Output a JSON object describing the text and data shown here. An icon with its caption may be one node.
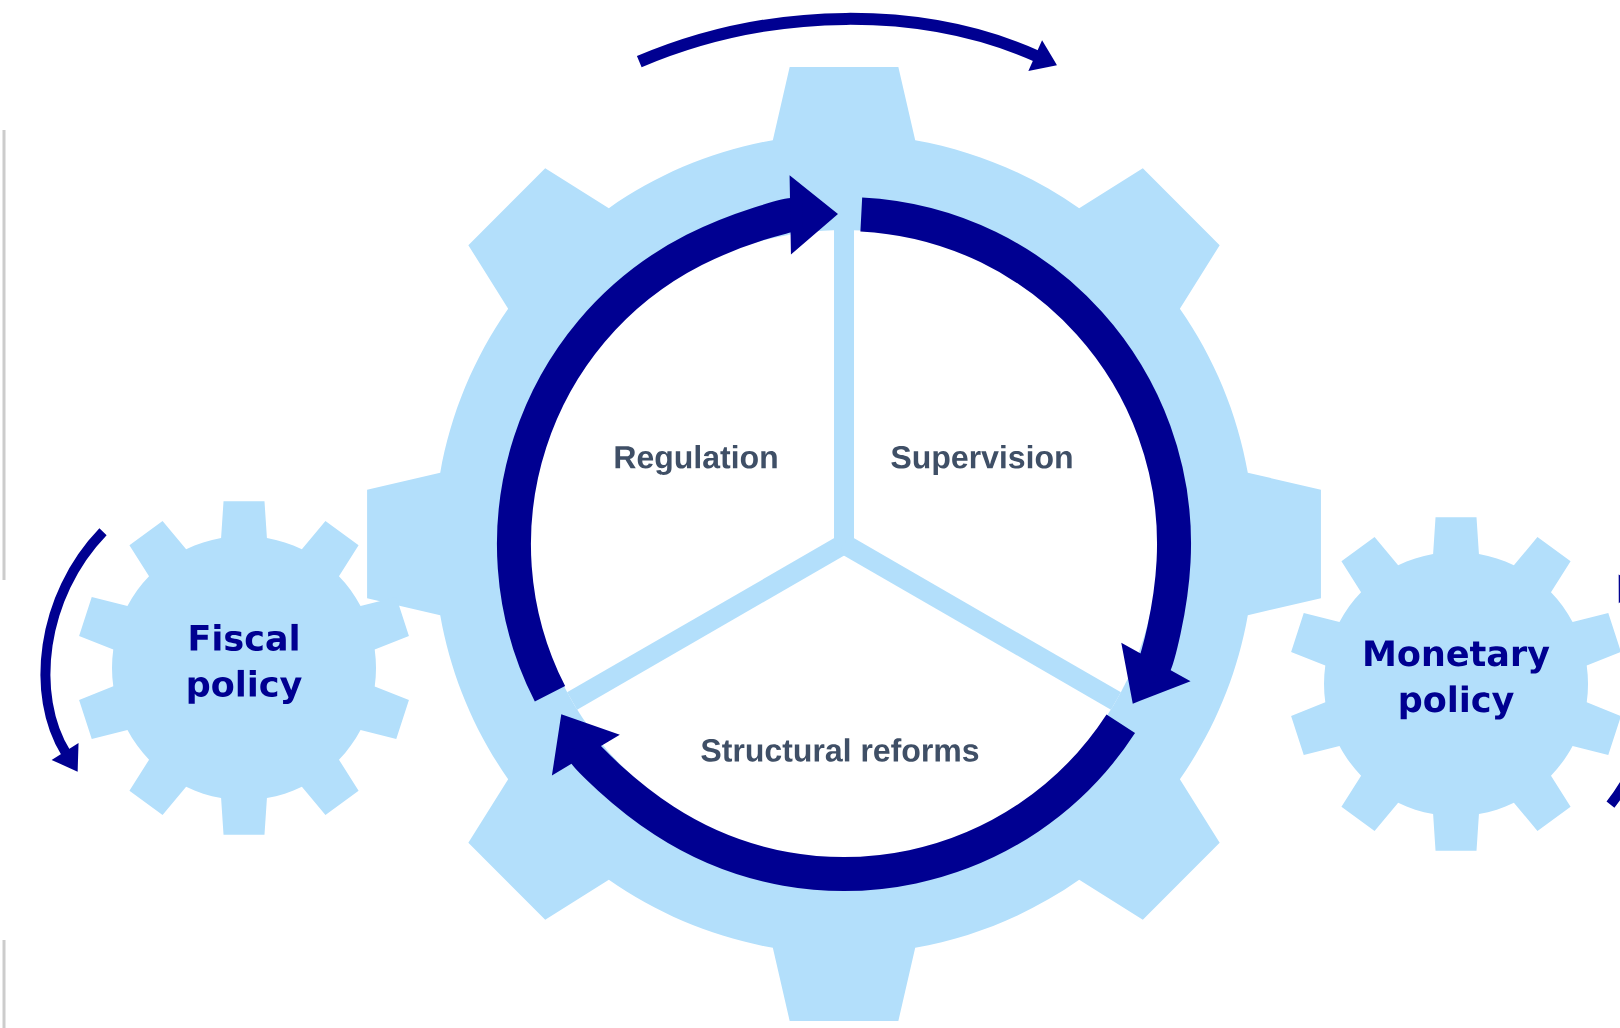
{
  "diagram": {
    "nodes": [
      {
        "text": [],
        "shape": "gear"
      },
      {
        "text": [
          "Regulation"
        ],
        "in": 0
      },
      {
        "text": [
          "Supervision"
        ],
        "in": 0
      },
      {
        "text": [
          "Structural reforms"
        ],
        "in": 0
      },
      {
        "text": [
          "Fiscal policy"
        ]
      },
      {
        "text": [
          "Monetary policy"
        ]
      }
    ]
  }
}
